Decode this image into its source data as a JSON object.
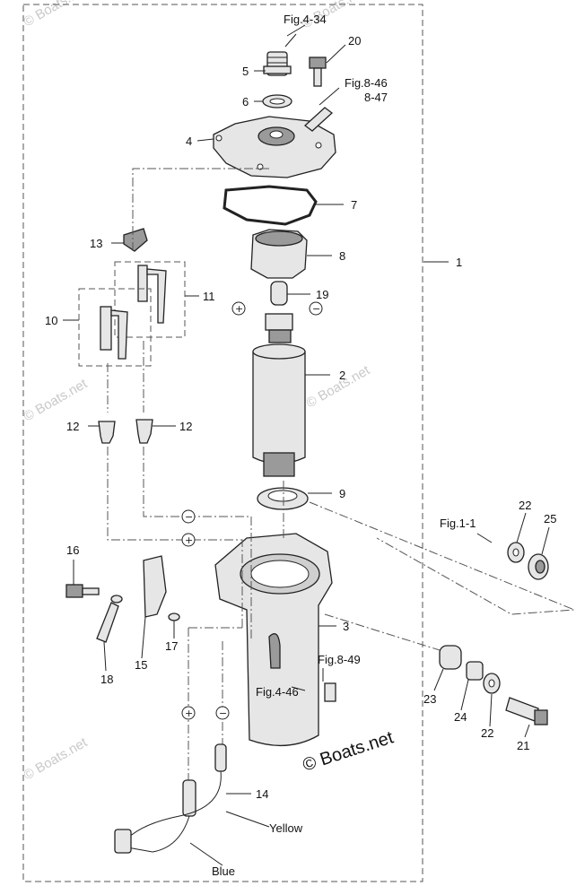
{
  "callouts": {
    "c1": "1",
    "c2": "2",
    "c3": "3",
    "c4": "4",
    "c5": "5",
    "c6": "6",
    "c7": "7",
    "c8": "8",
    "c9": "9",
    "c10": "10",
    "c11": "11",
    "c12a": "12",
    "c12b": "12",
    "c13": "13",
    "c14": "14",
    "c15": "15",
    "c16": "16",
    "c17": "17",
    "c18": "18",
    "c19": "19",
    "c20": "20",
    "c21": "21",
    "c22a": "22",
    "c22b": "22",
    "c23": "23",
    "c24": "24",
    "c25": "25"
  },
  "references": {
    "fig_4_34": "Fig.4-34",
    "fig_8_46": "Fig.8-46",
    "fig_8_47": "8-47",
    "fig_1_1": "Fig.1-1",
    "fig_8_49": "Fig.8-49",
    "fig_4_46": "Fig.4-46"
  },
  "wires": {
    "yellow": "Yellow",
    "blue": "Blue"
  },
  "polarity": {
    "plus": "+",
    "minus": "−"
  },
  "watermark": {
    "text": "© Boats.net",
    "copyright": "© Boats.net"
  }
}
